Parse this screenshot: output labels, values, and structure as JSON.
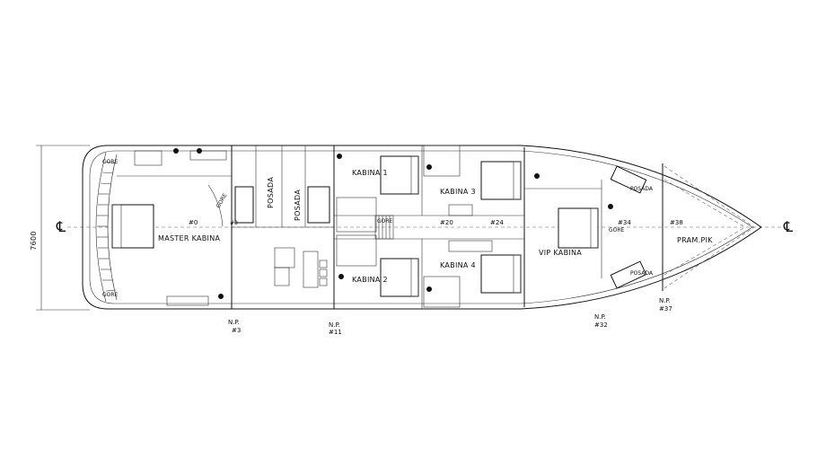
{
  "dimension": {
    "beam": "7600"
  },
  "rooms": {
    "master": "MASTER KABINA",
    "cabin1": "KABINA 1",
    "cabin2": "KABINA 2",
    "cabin3": "KABINA 3",
    "cabin4": "KABINA 4",
    "vip": "VIP KABINA",
    "forepeak": "PRAM.PIK",
    "crew_upper": "POSADA",
    "crew_lower": "POSADA",
    "crew_vertical_a": "POSADA",
    "crew_vertical_b": "POSADA"
  },
  "frames": {
    "f0": "#0",
    "f20": "#20",
    "f24": "#24",
    "f34": "#34",
    "f38": "#38"
  },
  "bulkheads": [
    {
      "np": "N.P.",
      "frame": "#3"
    },
    {
      "np": "N.P.",
      "frame": "#11"
    },
    {
      "np": "N.P.",
      "frame": "#32"
    },
    {
      "np": "N.P.",
      "frame": "#37"
    }
  ],
  "small_tags": {
    "gore_top": "GORE",
    "gore_bottom": "GORE",
    "gore_stair": "GORE",
    "gore_mid": "GORE",
    "gore_vip": "GORE",
    "fr_mid": "#8"
  },
  "centerline_symbol": "℄"
}
